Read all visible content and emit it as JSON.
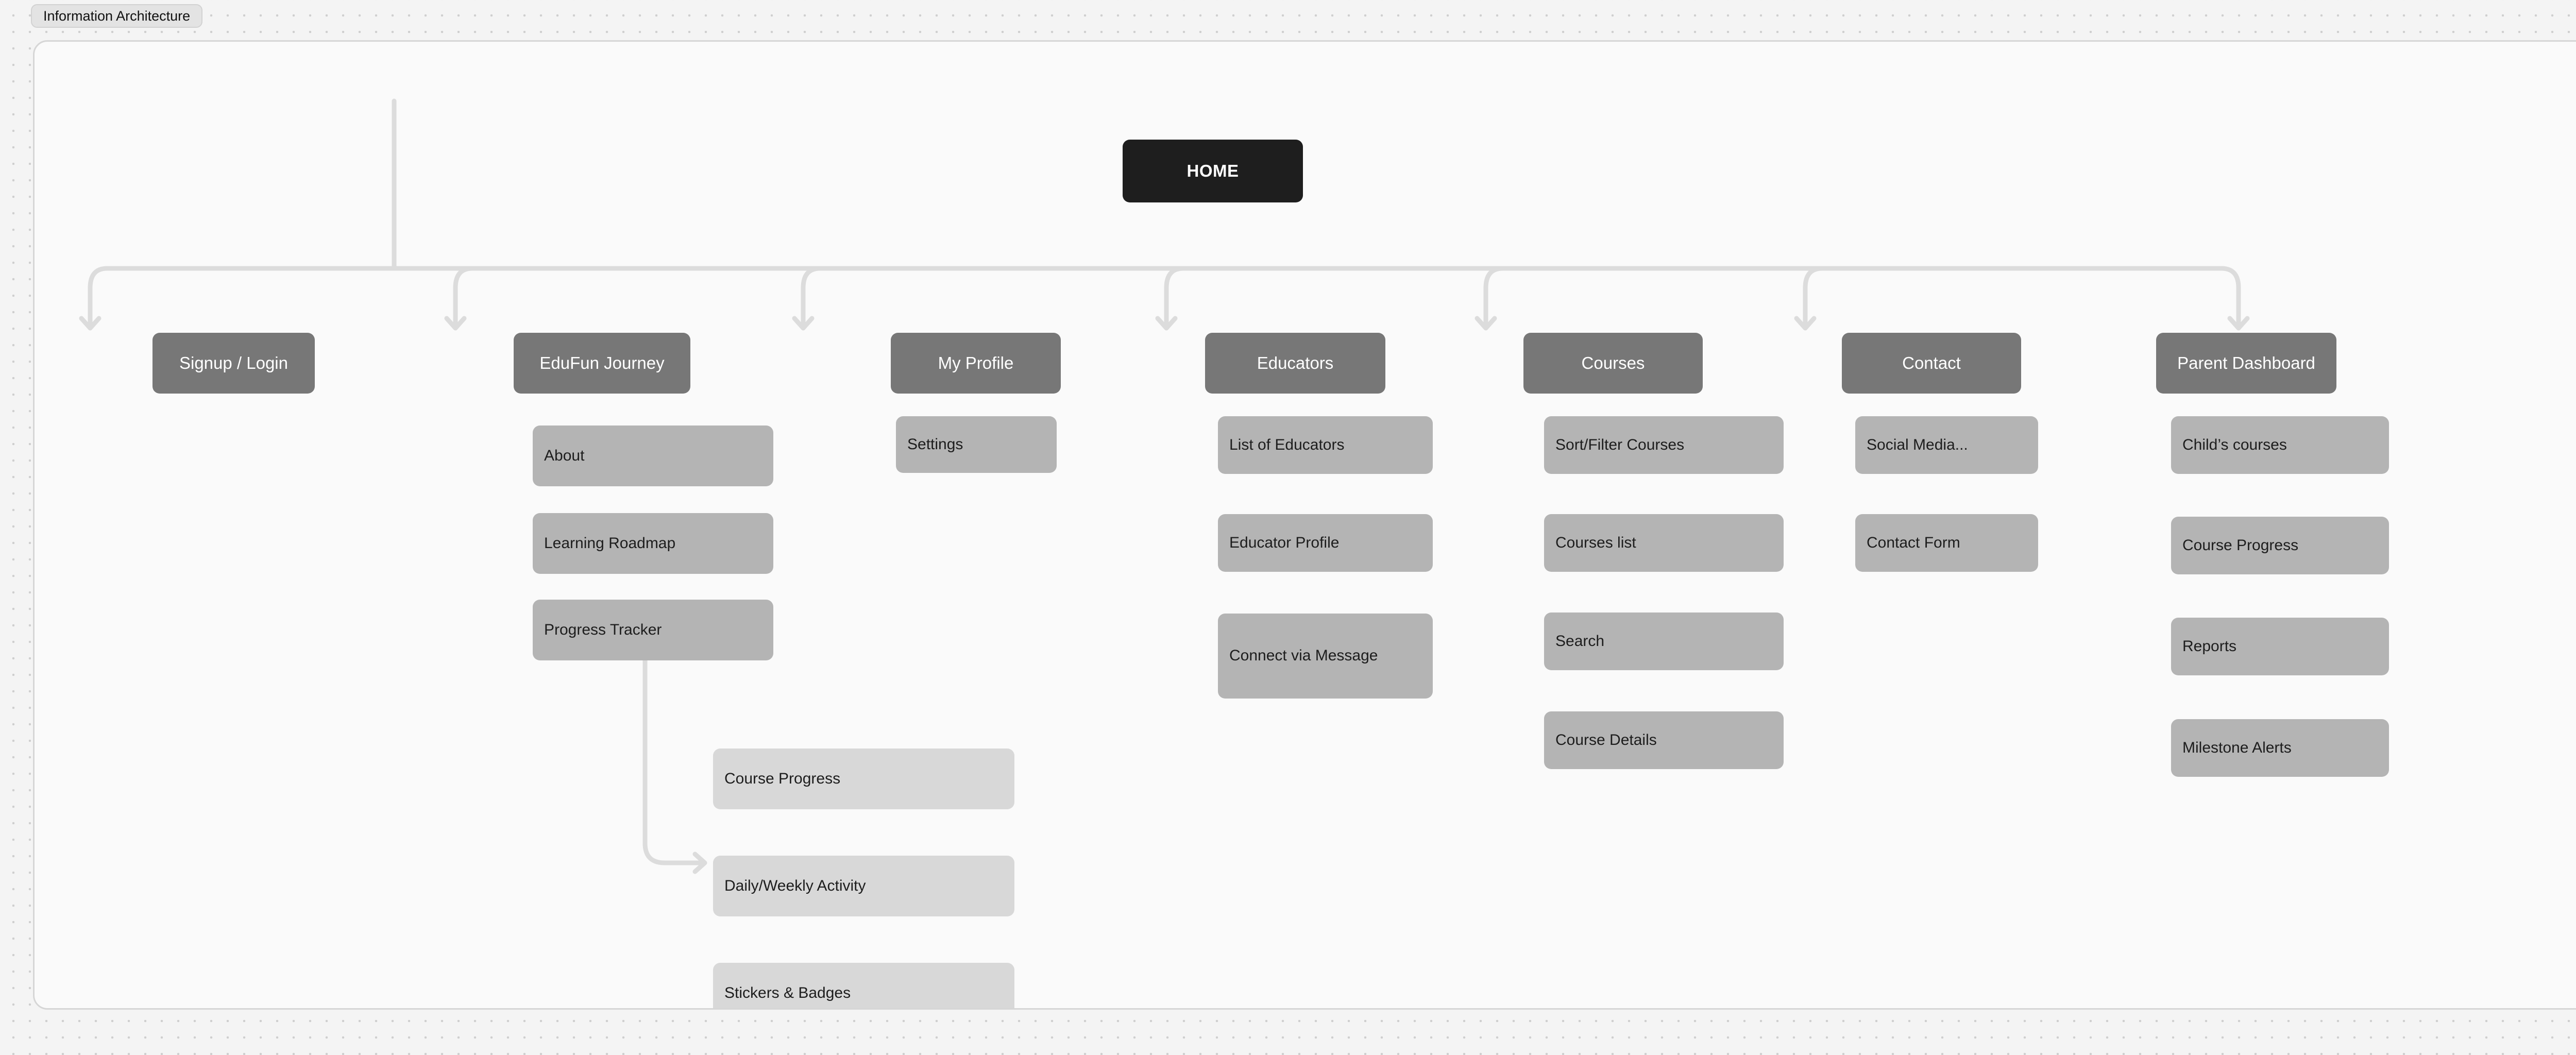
{
  "page": {
    "title_chip": "Information Architecture",
    "background_color": "#f4f4f4",
    "canvas_color": "#fafafa",
    "canvas_border_color": "#d6d6d6",
    "dot_grid_color": "#cfcfcf",
    "connector_color": "#dadada"
  },
  "palette": {
    "root_fill": "#1e1e1e",
    "root_text": "#ffffff",
    "level1_fill": "#777777",
    "level1_text": "#ffffff",
    "level2_fill": "#b4b4b4",
    "level2_text": "#1d1d1d",
    "level3_fill": "#d8d8d8",
    "level3_text": "#1d1d1d"
  },
  "tree": {
    "root": {
      "label": "HOME"
    },
    "branches": [
      {
        "id": "signup-login",
        "label": "Signup / Login",
        "children": []
      },
      {
        "id": "edufun-journey",
        "label": "EduFun Journey",
        "children": [
          {
            "id": "about",
            "label": "About",
            "children": []
          },
          {
            "id": "learning-roadmap",
            "label": "Learning Roadmap",
            "children": []
          },
          {
            "id": "progress-tracker",
            "label": "Progress Tracker",
            "children": [
              {
                "id": "course-progress",
                "label": "Course Progress"
              },
              {
                "id": "daily-weekly-activity",
                "label": "Daily/Weekly Activity"
              },
              {
                "id": "stickers-badges",
                "label": "Stickers & Badges"
              }
            ]
          }
        ]
      },
      {
        "id": "my-profile",
        "label": "My Profile",
        "children": [
          {
            "id": "settings",
            "label": "Settings",
            "children": []
          }
        ]
      },
      {
        "id": "educators",
        "label": "Educators",
        "children": [
          {
            "id": "list-of-educators",
            "label": "List of Educators",
            "children": []
          },
          {
            "id": "educator-profile",
            "label": "Educator Profile",
            "children": []
          },
          {
            "id": "connect-via-message",
            "label": "Connect via Message",
            "children": []
          }
        ]
      },
      {
        "id": "courses",
        "label": "Courses",
        "children": [
          {
            "id": "sort-filter-courses",
            "label": "Sort/Filter Courses",
            "children": []
          },
          {
            "id": "courses-list",
            "label": "Courses list",
            "children": []
          },
          {
            "id": "search",
            "label": "Search",
            "children": []
          },
          {
            "id": "course-details",
            "label": "Course Details",
            "children": []
          }
        ]
      },
      {
        "id": "contact",
        "label": "Contact",
        "children": [
          {
            "id": "social-media",
            "label": "Social Media...",
            "children": []
          },
          {
            "id": "contact-form",
            "label": "Contact Form",
            "children": []
          }
        ]
      },
      {
        "id": "parent-dashboard",
        "label": "Parent Dashboard",
        "children": [
          {
            "id": "childs-courses",
            "label": "Child’s courses",
            "children": []
          },
          {
            "id": "pd-course-progress",
            "label": "Course Progress",
            "children": []
          },
          {
            "id": "reports",
            "label": "Reports",
            "children": []
          },
          {
            "id": "milestone-alerts",
            "label": "Milestone Alerts",
            "children": []
          }
        ]
      }
    ]
  }
}
